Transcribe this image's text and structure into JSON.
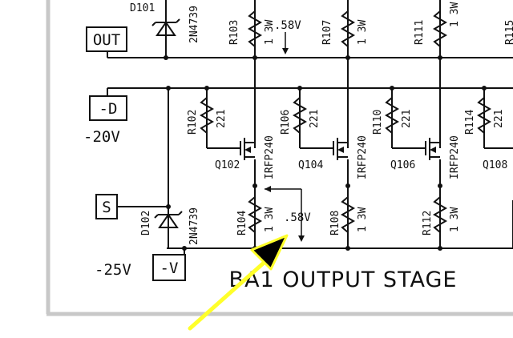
{
  "title": "BA1 OUTPUT STAGE",
  "terminals": {
    "out": "OUT",
    "neg_d": "-D",
    "s": "S",
    "neg_v": "-V"
  },
  "voltages": {
    "minus20": "-20V",
    "minus25": "-25V",
    "drop_top": ".58V",
    "drop_bottom": ".58V"
  },
  "diodes": {
    "d101": {
      "ref": "D101",
      "part": "2N4739"
    },
    "d102": {
      "ref": "D102",
      "part": "2N4739"
    }
  },
  "resistors": {
    "r103": {
      "ref": "R103",
      "value": "1 3W"
    },
    "r107": {
      "ref": "R107",
      "value": "1 3W"
    },
    "r111": {
      "ref": "R111",
      "value": "1 3W"
    },
    "r115": {
      "ref": "R115",
      "value": ""
    },
    "r102": {
      "ref": "R102",
      "value": "221"
    },
    "r106": {
      "ref": "R106",
      "value": "221"
    },
    "r110": {
      "ref": "R110",
      "value": "221"
    },
    "r114": {
      "ref": "R114",
      "value": "221"
    },
    "r104": {
      "ref": "R104",
      "value": "1 3W"
    },
    "r108": {
      "ref": "R108",
      "value": "1 3W"
    },
    "r112": {
      "ref": "R112",
      "value": "1 3W"
    }
  },
  "transistors": {
    "q102": {
      "ref": "Q102",
      "part": "IRFP240"
    },
    "q104": {
      "ref": "Q104",
      "part": "IRFP240"
    },
    "q106": {
      "ref": "Q106",
      "part": "IRFP240"
    },
    "q108": {
      "ref": "Q108",
      "part": ""
    }
  },
  "colors": {
    "annotation_arrow": "#ffff2a",
    "frame": "#c8c8c8",
    "ink": "#111111"
  }
}
